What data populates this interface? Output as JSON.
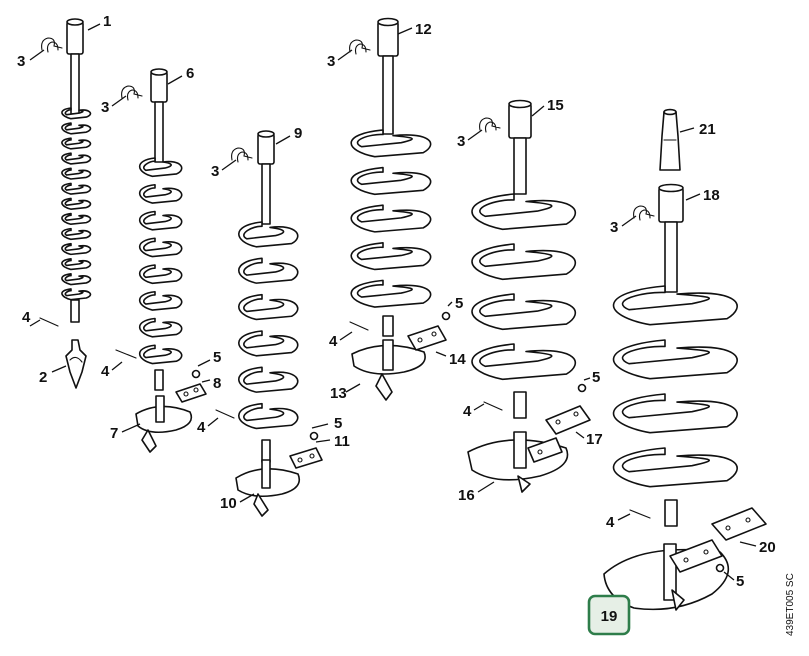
{
  "diagram": {
    "side_code": "439ET005 SC",
    "highlight_label": "19",
    "callouts": {
      "c1": "1",
      "c2": "2",
      "c3a": "3",
      "c3b": "3",
      "c3c": "3",
      "c3d": "3",
      "c3e": "3",
      "c3f": "3",
      "c4a": "4",
      "c4b": "4",
      "c4c": "4",
      "c4d": "4",
      "c4e": "4",
      "c4f": "4",
      "c5a": "5",
      "c5b": "5",
      "c5c": "5",
      "c5d": "5",
      "c5e": "5",
      "c6": "6",
      "c7": "7",
      "c8": "8",
      "c9": "9",
      "c10": "10",
      "c11": "11",
      "c12": "12",
      "c13": "13",
      "c14": "14",
      "c15": "15",
      "c16": "16",
      "c17": "17",
      "c18": "18",
      "c20": "20",
      "c21": "21"
    }
  }
}
